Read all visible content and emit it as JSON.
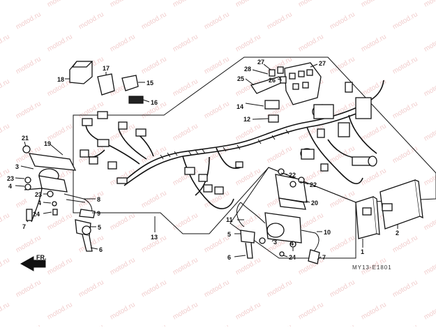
{
  "diagram": {
    "watermark_text": "motod.ru",
    "front_label": "FR.",
    "drawing_code": "MY13-E1801",
    "callouts": {
      "c1": "1",
      "c2": "2",
      "c3a": "3",
      "c3b": "3",
      "c4a": "4",
      "c4b": "4",
      "c4c": "4",
      "c5a": "5",
      "c5b": "5",
      "c6a": "6",
      "c6b": "6",
      "c7a": "7",
      "c7b": "7",
      "c8": "8",
      "c9": "9",
      "c10": "10",
      "c11": "11",
      "c12": "12",
      "c13": "13",
      "c14": "14",
      "c15": "15",
      "c16": "16",
      "c17": "17",
      "c18": "18",
      "c19": "19",
      "c20": "20",
      "c21": "21",
      "c22a": "22",
      "c22b": "22",
      "c23a": "23",
      "c23b": "23",
      "c24a": "24",
      "c24b": "24",
      "c25": "25",
      "c26": "26",
      "c27a": "27",
      "c27b": "27",
      "c28": "28"
    },
    "colors": {
      "ink": "#111111",
      "watermark": "#e6a3a3",
      "background": "#ffffff"
    }
  }
}
